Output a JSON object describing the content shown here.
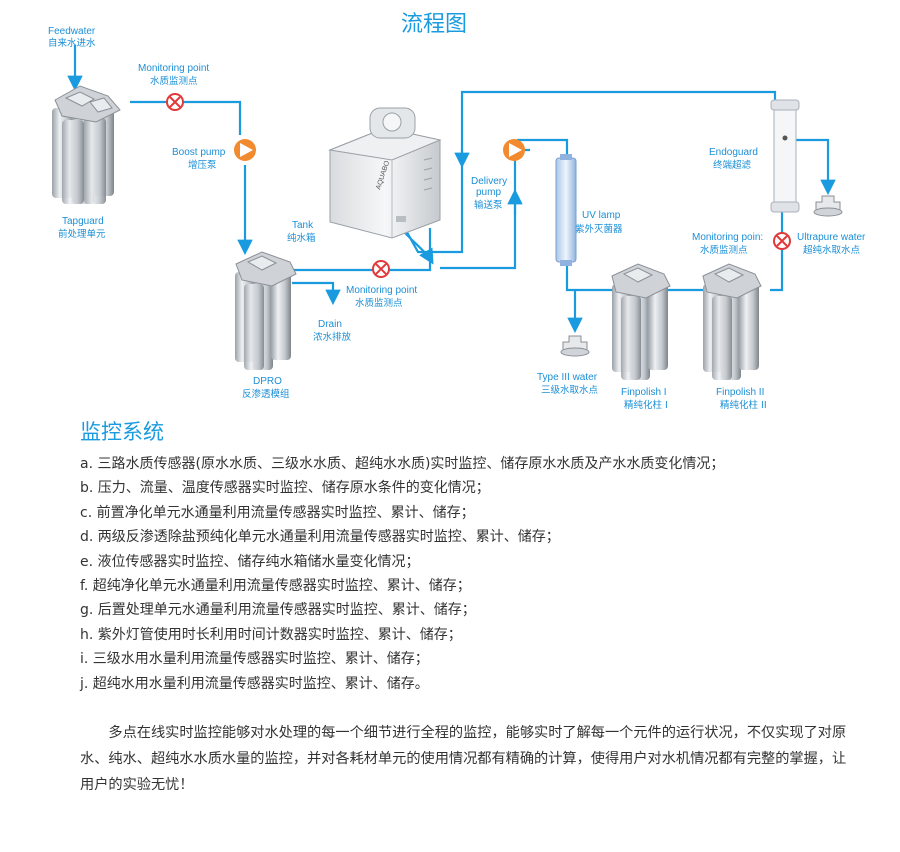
{
  "page_title": "流程图",
  "colors": {
    "accent": "#1a9be0",
    "pipe": "#1a9be0",
    "valve": "#e03a3a",
    "pump": "#f28a30",
    "text": "#333333"
  },
  "diagram": {
    "feedwater": {
      "en": "Feedwater",
      "cn": "自来水进水"
    },
    "monitoring1": {
      "en": "Monitoring point",
      "cn": "水质监测点"
    },
    "boost_pump": {
      "en": "Boost pump",
      "cn": "增压泵"
    },
    "tapguard": {
      "en": "Tapguard",
      "cn": "前处理单元"
    },
    "tank": {
      "en": "Tank",
      "cn": "纯水箱",
      "brand": "AQUABO"
    },
    "delivery_pump": {
      "en1": "Delivery",
      "en2": "pump",
      "cn": "输送泵"
    },
    "monitoring2": {
      "en": "Monitoring point",
      "cn": "水质监测点"
    },
    "drain": {
      "en": "Drain",
      "cn": "浓水排放"
    },
    "dpro": {
      "en": "DPRO",
      "cn": "反渗透模组"
    },
    "uv_lamp": {
      "en": "UV lamp",
      "cn": "紫外灭菌器"
    },
    "type3": {
      "en": "Type III water",
      "cn": "三级水取水点"
    },
    "finpolish1": {
      "en": "Finpolish I",
      "cn": "精纯化柱 I"
    },
    "finpolish2": {
      "en": "Finpolish II",
      "cn": "精纯化柱 II"
    },
    "endoguard": {
      "en": "Endoguard",
      "cn": "终端超滤"
    },
    "monitoring3": {
      "en": "Monitoring poin:",
      "cn": "水质监测点"
    },
    "ultrapure": {
      "en": "Ultrapure water",
      "cn": "超纯水取水点"
    }
  },
  "section_title": "监控系统",
  "items": [
    "a. 三路水质传感器(原水水质、三级水水质、超纯水水质)实时监控、储存原水水质及产水水质变化情况；",
    "b. 压力、流量、温度传感器实时监控、储存原水条件的变化情况；",
    "c. 前置净化单元水通量利用流量传感器实时监控、累计、储存；",
    "d. 两级反渗透除盐预纯化单元水通量利用流量传感器实时监控、累计、储存；",
    "e. 液位传感器实时监控、储存纯水箱储水量变化情况；",
    "f. 超纯净化单元水通量利用流量传感器实时监控、累计、储存；",
    "g. 后置处理单元水通量利用流量传感器实时监控、累计、储存；",
    "h. 紫外灯管使用时长利用时间计数器实时监控、累计、储存；",
    "i. 三级水用水量利用流量传感器实时监控、累计、储存；",
    "j. 超纯水用水量利用流量传感器实时监控、累计、储存。"
  ],
  "summary": "多点在线实时监控能够对水处理的每一个细节进行全程的监控，能够实时了解每一个元件的运行状况，不仅实现了对原水、纯水、超纯水水质水量的监控，并对各耗材单元的使用情况都有精确的计算，使得用户对水机情况都有完整的掌握，让用户的实验无忧！"
}
